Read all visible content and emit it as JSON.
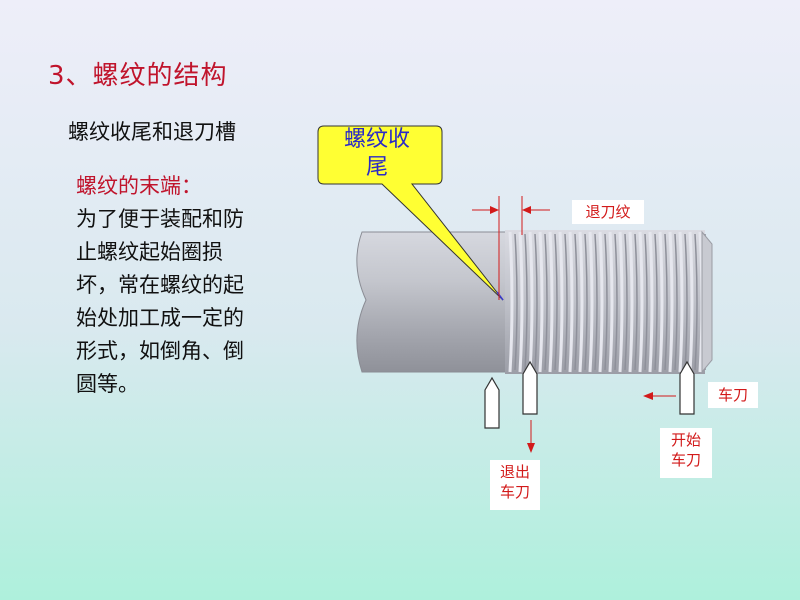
{
  "title": "3、螺纹的结构",
  "subtitle": "螺纹收尾和退刀槽",
  "description": {
    "lead": "螺纹的末端：",
    "body": "为了便于装配和防止螺纹起始圈损坏，常在螺纹的起始处加工成一定的形式，如倒角、倒圆等。"
  },
  "diagram": {
    "callout": {
      "line1": "螺纹收",
      "line2": "尾",
      "fill": "#ffff33"
    },
    "labels": {
      "thread_runout": "退刀纹",
      "tool": "车刀",
      "start_tool_line1": "开始",
      "start_tool_line2": "车刀",
      "retract_tool_line1": "退出",
      "retract_tool_line2": "车刀"
    },
    "colors": {
      "accent": "#d21a1a",
      "shaft": "#b5b7c0",
      "callout_text": "#2a2ac8"
    }
  }
}
